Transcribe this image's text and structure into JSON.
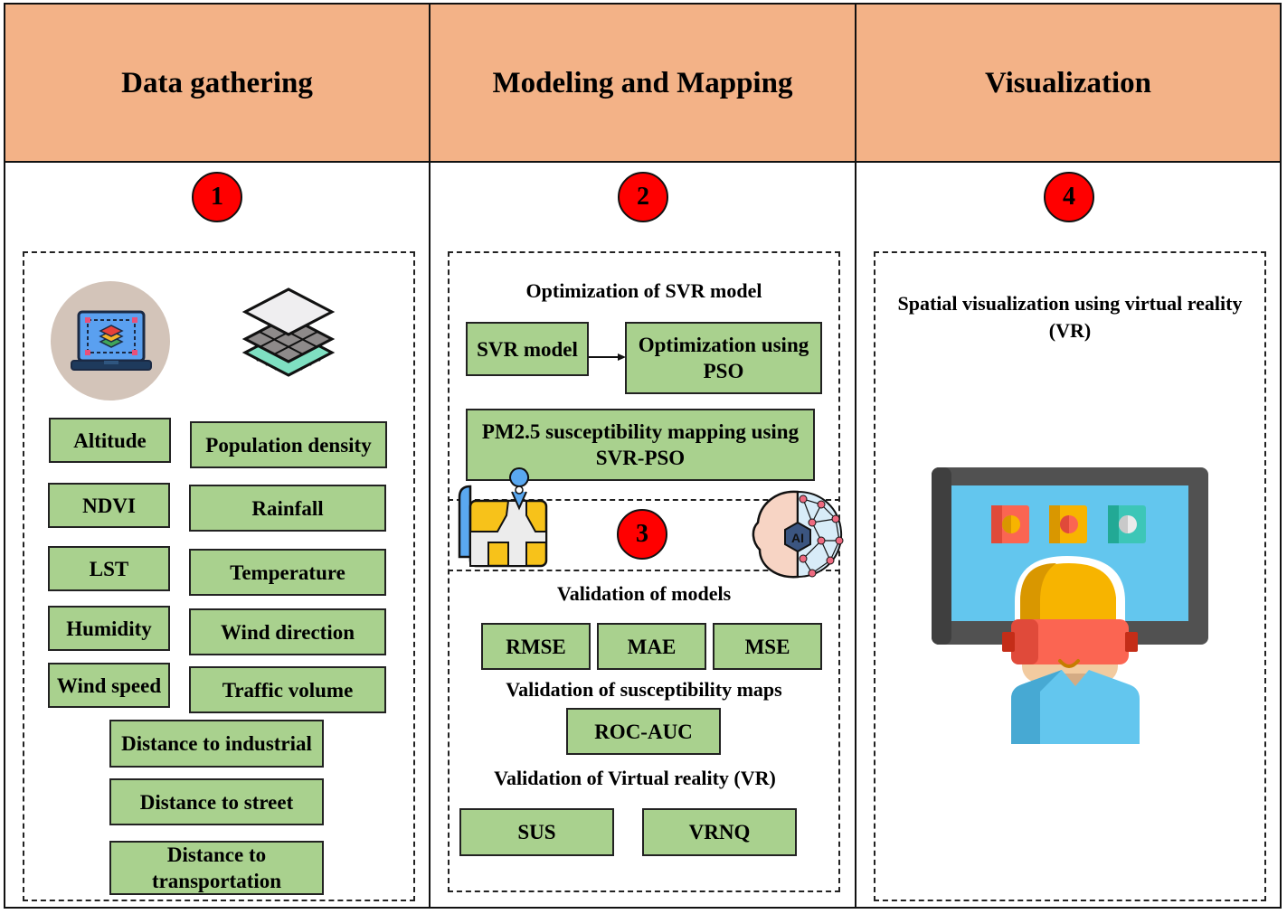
{
  "columns": [
    {
      "title": "Data gathering",
      "step": "1"
    },
    {
      "title": "Modeling and Mapping",
      "step": "2"
    },
    {
      "title": "Visualization",
      "step": "4"
    }
  ],
  "data_gathering": {
    "icons": [
      "laptop-layers-icon",
      "stacked-layers-icon"
    ],
    "left_factors": [
      "Altitude",
      "NDVI",
      "LST",
      "Humidity",
      "Wind speed"
    ],
    "right_factors": [
      "Population density",
      "Rainfall",
      "Temperature",
      "Wind direction",
      "Traffic volume"
    ],
    "bottom_factors": [
      "Distance to industrial",
      "Distance to street",
      "Distance to transportation"
    ]
  },
  "modeling": {
    "section_title": "Optimization of SVR model",
    "svr_model": "SVR model",
    "optimization": "Optimization using PSO",
    "mapping": "PM2.5 susceptibility mapping using SVR-PSO",
    "step3": "3",
    "icons": [
      "map-pin-icon",
      "ai-brain-icon"
    ],
    "validation_models_title": "Validation of models",
    "validation_models": [
      "RMSE",
      "MAE",
      "MSE"
    ],
    "validation_maps_title": "Validation of susceptibility maps",
    "validation_maps": [
      "ROC-AUC"
    ],
    "validation_vr_title": "Validation of Virtual reality (VR)",
    "validation_vr": [
      "SUS",
      "VRNQ"
    ]
  },
  "visualization": {
    "description": "Spatial visualization using virtual reality (VR)",
    "icon": "vr-user-icon"
  },
  "colors": {
    "header": "#f3b287",
    "box": "#a9d18e",
    "badge": "#ff0000"
  }
}
